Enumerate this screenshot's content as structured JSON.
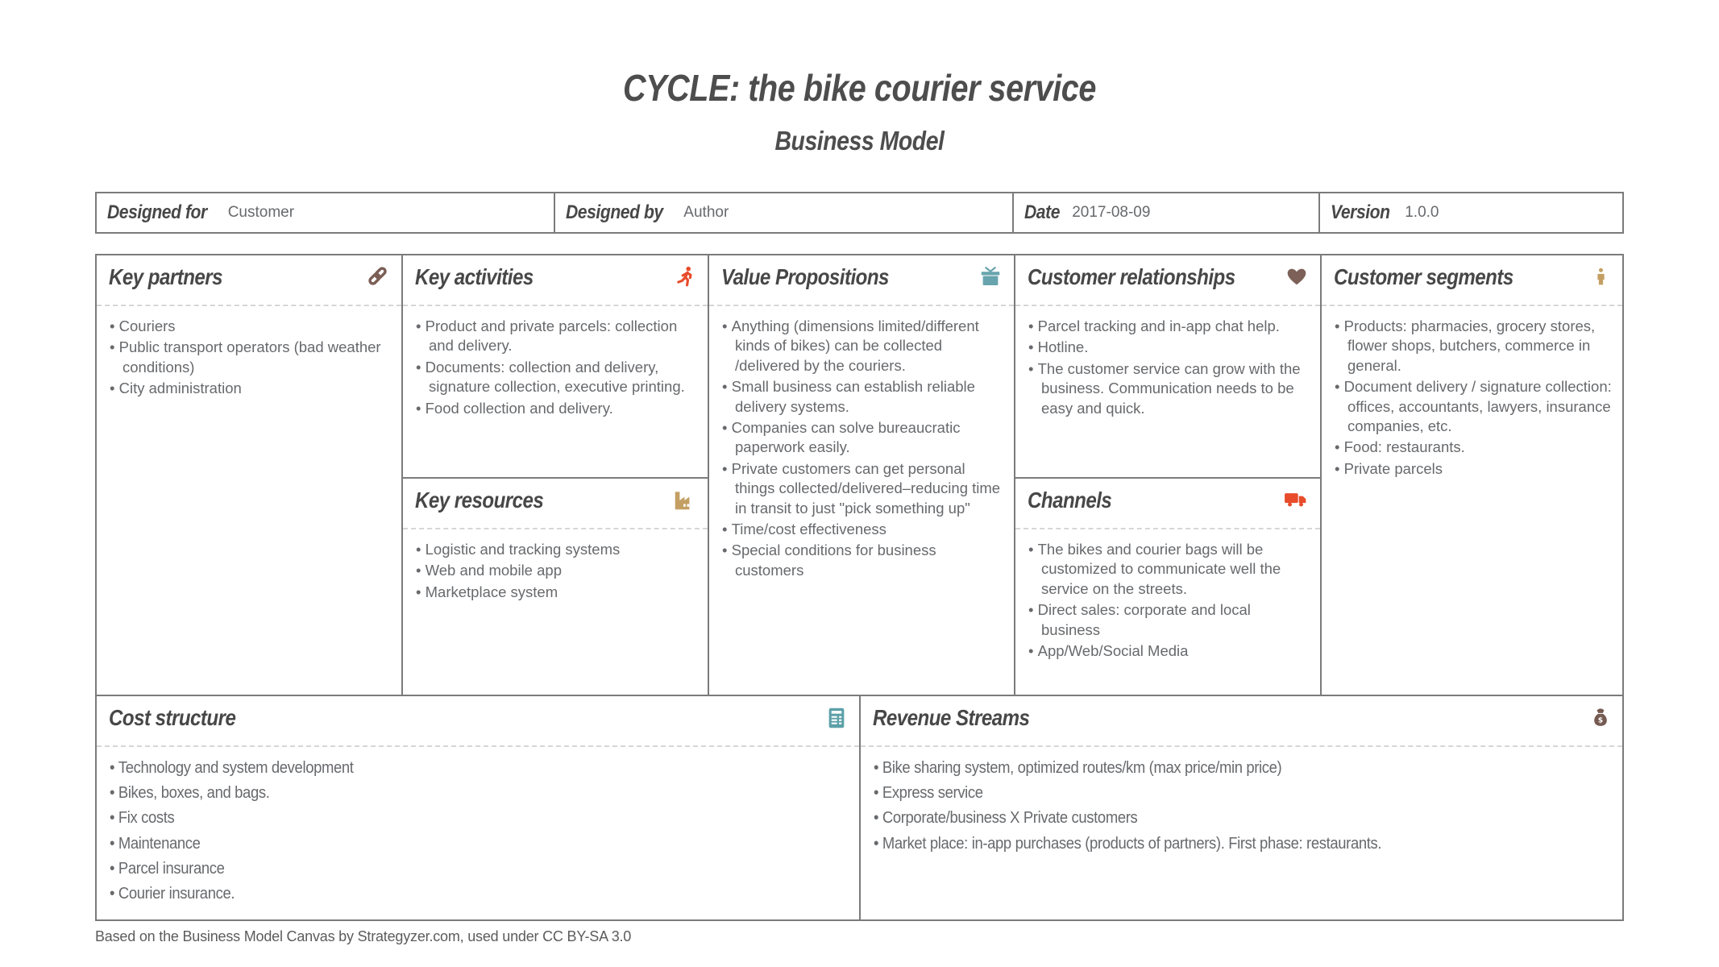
{
  "page": {
    "title": "CYCLE: the bike courier service",
    "subtitle": "Business Model",
    "footer": "Based on the Business Model Canvas by Strategyzer.com, used under CC BY-SA 3.0"
  },
  "meta": {
    "designed_for_label": "Designed for",
    "designed_for_value": "Customer",
    "designed_by_label": "Designed by",
    "designed_by_value": "Author",
    "date_label": "Date",
    "date_value": "2017-08-09",
    "version_label": "Version",
    "version_value": "1.0.0"
  },
  "colors": {
    "border_gray": "#7b7b7b",
    "heading_gray": "#474747",
    "body_gray": "#67696c"
  },
  "sections": {
    "key_partners": {
      "title": "Key partners",
      "icon": "link-icon",
      "icon_color": "#7b5e55",
      "items": [
        "Couriers",
        "Public transport operators (bad weather conditions)",
        "City administration"
      ]
    },
    "key_activities": {
      "title": "Key activities",
      "icon": "runner-icon",
      "icon_color": "#e84c2b",
      "items": [
        "Product and private parcels: collection and delivery.",
        "Documents: collection and delivery, signature collection, executive printing.",
        "Food collection and delivery."
      ]
    },
    "key_resources": {
      "title": "Key resources",
      "icon": "factory-icon",
      "icon_color": "#c49f63",
      "items": [
        "Logistic and tracking systems",
        "Web and mobile app",
        "Marketplace system"
      ]
    },
    "value_propositions": {
      "title": "Value Propositions",
      "icon": "gift-icon",
      "icon_color": "#68a4ad",
      "items": [
        "Anything (dimensions limited/different kinds of bikes) can be collected /delivered by the couriers.",
        "Small business can establish reliable delivery systems.",
        "Companies can solve bureaucratic paperwork easily.",
        "Private customers can get personal things collected/delivered–reducing time in transit to just \"pick something up\"",
        "Time/cost effectiveness",
        "Special conditions for business customers"
      ]
    },
    "customer_relationships": {
      "title": "Customer relationships",
      "icon": "heart-icon",
      "icon_color": "#7d6158",
      "items": [
        "Parcel tracking and in-app chat help.",
        "Hotline.",
        "The customer service can grow with the business. Communication needs to be easy and quick."
      ]
    },
    "channels": {
      "title": "Channels",
      "icon": "truck-icon",
      "icon_color": "#e84c2b",
      "items": [
        "The bikes and courier bags will be customized to communicate well the service on the streets.",
        "Direct sales: corporate and local business",
        "App/Web/Social Media"
      ]
    },
    "customer_segments": {
      "title": "Customer segments",
      "icon": "person-icon",
      "icon_color": "#c49f63",
      "items": [
        "Products: pharmacies, grocery stores, flower shops, butchers, commerce in general.",
        "Document delivery / signature collection: offices, accountants, lawyers, insurance companies, etc.",
        "Food: restaurants.",
        "Private parcels"
      ]
    },
    "cost_structure": {
      "title": "Cost structure",
      "icon": "calculator-icon",
      "icon_color": "#5ba0a8",
      "items": [
        "Technology and system development",
        "Bikes, boxes, and bags.",
        "Fix costs",
        "Maintenance",
        "Parcel insurance",
        "Courier insurance."
      ]
    },
    "revenue_streams": {
      "title": "Revenue Streams",
      "icon": "moneybag-icon",
      "icon_color": "#755a52",
      "items": [
        "Bike sharing system, optimized routes/km (max price/min price)",
        "Express service",
        "Corporate/business X Private customers",
        "Market place: in-app purchases (products of partners). First phase: restaurants."
      ]
    }
  }
}
